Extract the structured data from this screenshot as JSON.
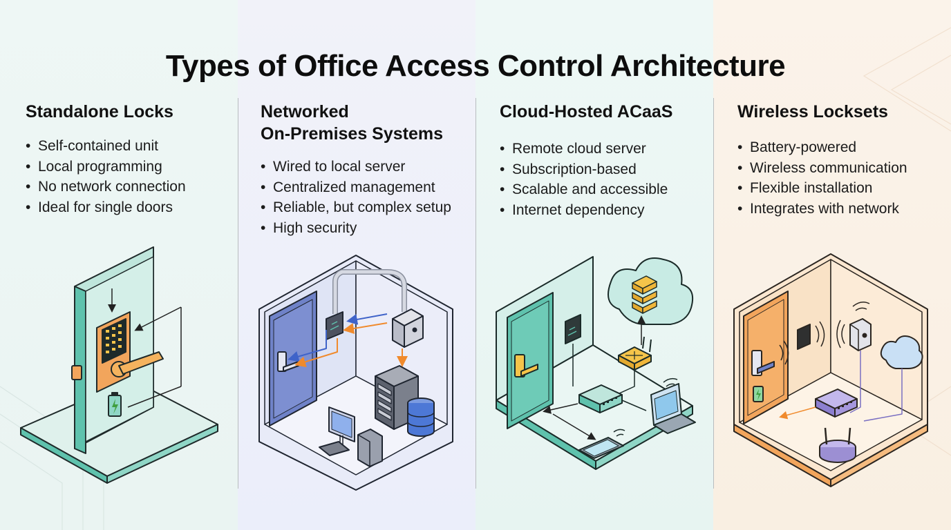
{
  "title": "Types of Office Access Control Architecture",
  "colors": {
    "teal": "#5fc2ad",
    "blue": "#6f82c8",
    "orange": "#f2a55c",
    "yellow": "#f5c44a",
    "purple": "#9c8fd3"
  },
  "columns": [
    {
      "title": "Standalone Locks",
      "bullets": [
        "Self-contained unit",
        "Local programming",
        "No network connection",
        "Ideal for single doors"
      ],
      "icons": [
        "door-icon",
        "keypad-lock-icon",
        "battery-icon"
      ]
    },
    {
      "title": "Networked\nOn-Premises Systems",
      "title_lines": [
        "Networked",
        "On-Premises Systems"
      ],
      "bullets": [
        "Wired to local server",
        "Centralized management",
        "Reliable, but complex setup",
        "High security"
      ],
      "icons": [
        "door-icon",
        "card-reader-icon",
        "controller-box-icon",
        "server-rack-icon",
        "database-icon",
        "desktop-computer-icon"
      ]
    },
    {
      "title": "Cloud-Hosted ACaaS",
      "bullets": [
        "Remote cloud server",
        "Subscription-based",
        "Scalable and accessible",
        "Internet dependency"
      ],
      "icons": [
        "cloud-server-icon",
        "door-icon",
        "card-reader-icon",
        "router-icon",
        "network-switch-icon",
        "laptop-icon",
        "smartphone-icon"
      ]
    },
    {
      "title": "Wireless Locksets",
      "bullets": [
        "Battery-powered",
        "Wireless communication",
        "Flexible installation",
        "Integrates with network"
      ],
      "icons": [
        "door-icon",
        "wireless-reader-icon",
        "wireless-gateway-icon",
        "cloud-icon",
        "network-switch-icon",
        "wifi-router-icon"
      ]
    }
  ]
}
